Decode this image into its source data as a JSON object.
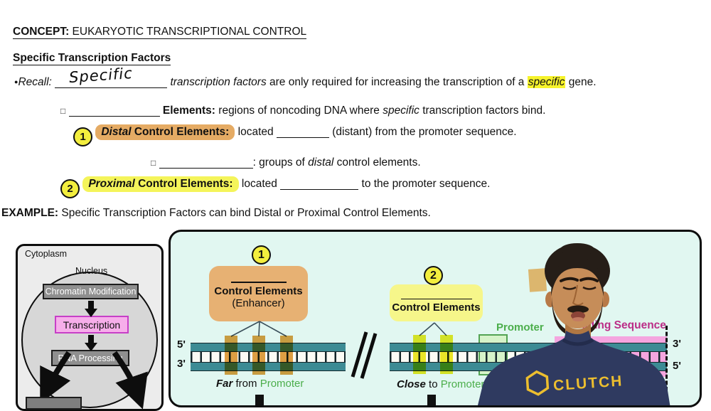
{
  "concept": {
    "label": "CONCEPT:",
    "title": "EUKARYOTIC TRANSCRIPTIONAL CONTROL"
  },
  "section_heading": "Specific Transcription Factors",
  "recall": {
    "bullet": "●",
    "lead": "Recall:",
    "handwritten_answer": "Specific",
    "term": "transcription factors",
    "text_a": "are only required for increasing the transcription of a",
    "highlighted_word": "specific",
    "text_b": "gene."
  },
  "elements": {
    "checkbox": "□",
    "term_bold": "Elements:",
    "text_a": "regions of noncoding DNA where",
    "italic_word": "specific",
    "text_b": "transcription factors bind."
  },
  "distal": {
    "number": "1",
    "term_italic": "Distal",
    "term_bold": "Control Elements:",
    "text_a": "located",
    "text_b": "(distant) from the promoter sequence."
  },
  "enhancer": {
    "checkbox": "□",
    "text_a": ": groups of",
    "italic_word": "distal",
    "text_b": "control elements."
  },
  "proximal": {
    "number": "2",
    "term_italic": "Proximal",
    "term_bold": "Control Elements:",
    "text_a": "located",
    "text_b": "to the promoter sequence."
  },
  "example": {
    "label": "EXAMPLE:",
    "text": "Specific Transcription Factors can bind Distal or Proximal Control Elements."
  },
  "flow_panel": {
    "outer_label": "Cytoplasm",
    "inner_label": "Nucleus",
    "steps": [
      "Chromatin Modification",
      "Transcription",
      "RNA Processing"
    ]
  },
  "diagram": {
    "distal_group": {
      "number": "1",
      "box_line1": "Control Elements",
      "box_line2": "(Enhancer)",
      "dna_5": "5'",
      "dna_3": "3'",
      "caption_italic": "Far",
      "caption_plain": "from",
      "caption_green": "Promoter"
    },
    "proximal_group": {
      "number": "2",
      "box_line1": "Control Elements",
      "caption_italic": "Close",
      "caption_plain": "to",
      "caption_green": "Promoter"
    },
    "promoter_label": "Promoter",
    "coding_label": "Coding Sequence",
    "dna_3_right": "3'",
    "dna_5_right": "5'"
  },
  "presenter": {
    "shirt_text": "CLUTCH"
  },
  "colors": {
    "highlight_yellow": "#f6f32b",
    "pill_yellow": "#f4f45a",
    "pill_orange": "#e5ab64",
    "circle_yellow": "#f3ee3e",
    "panel_bg": "#e1f7f1",
    "dna_teal": "#3c8b94",
    "distal_bar_orange": "#e2a145",
    "proximal_bar_yellow": "#eee929",
    "promoter_green": "#4bae4b",
    "coding_magenta": "#bb2d87",
    "transcription_pink": "#f6aeea",
    "shirt_navy": "#2f3a60",
    "logo_gold": "#ecbe2f"
  }
}
